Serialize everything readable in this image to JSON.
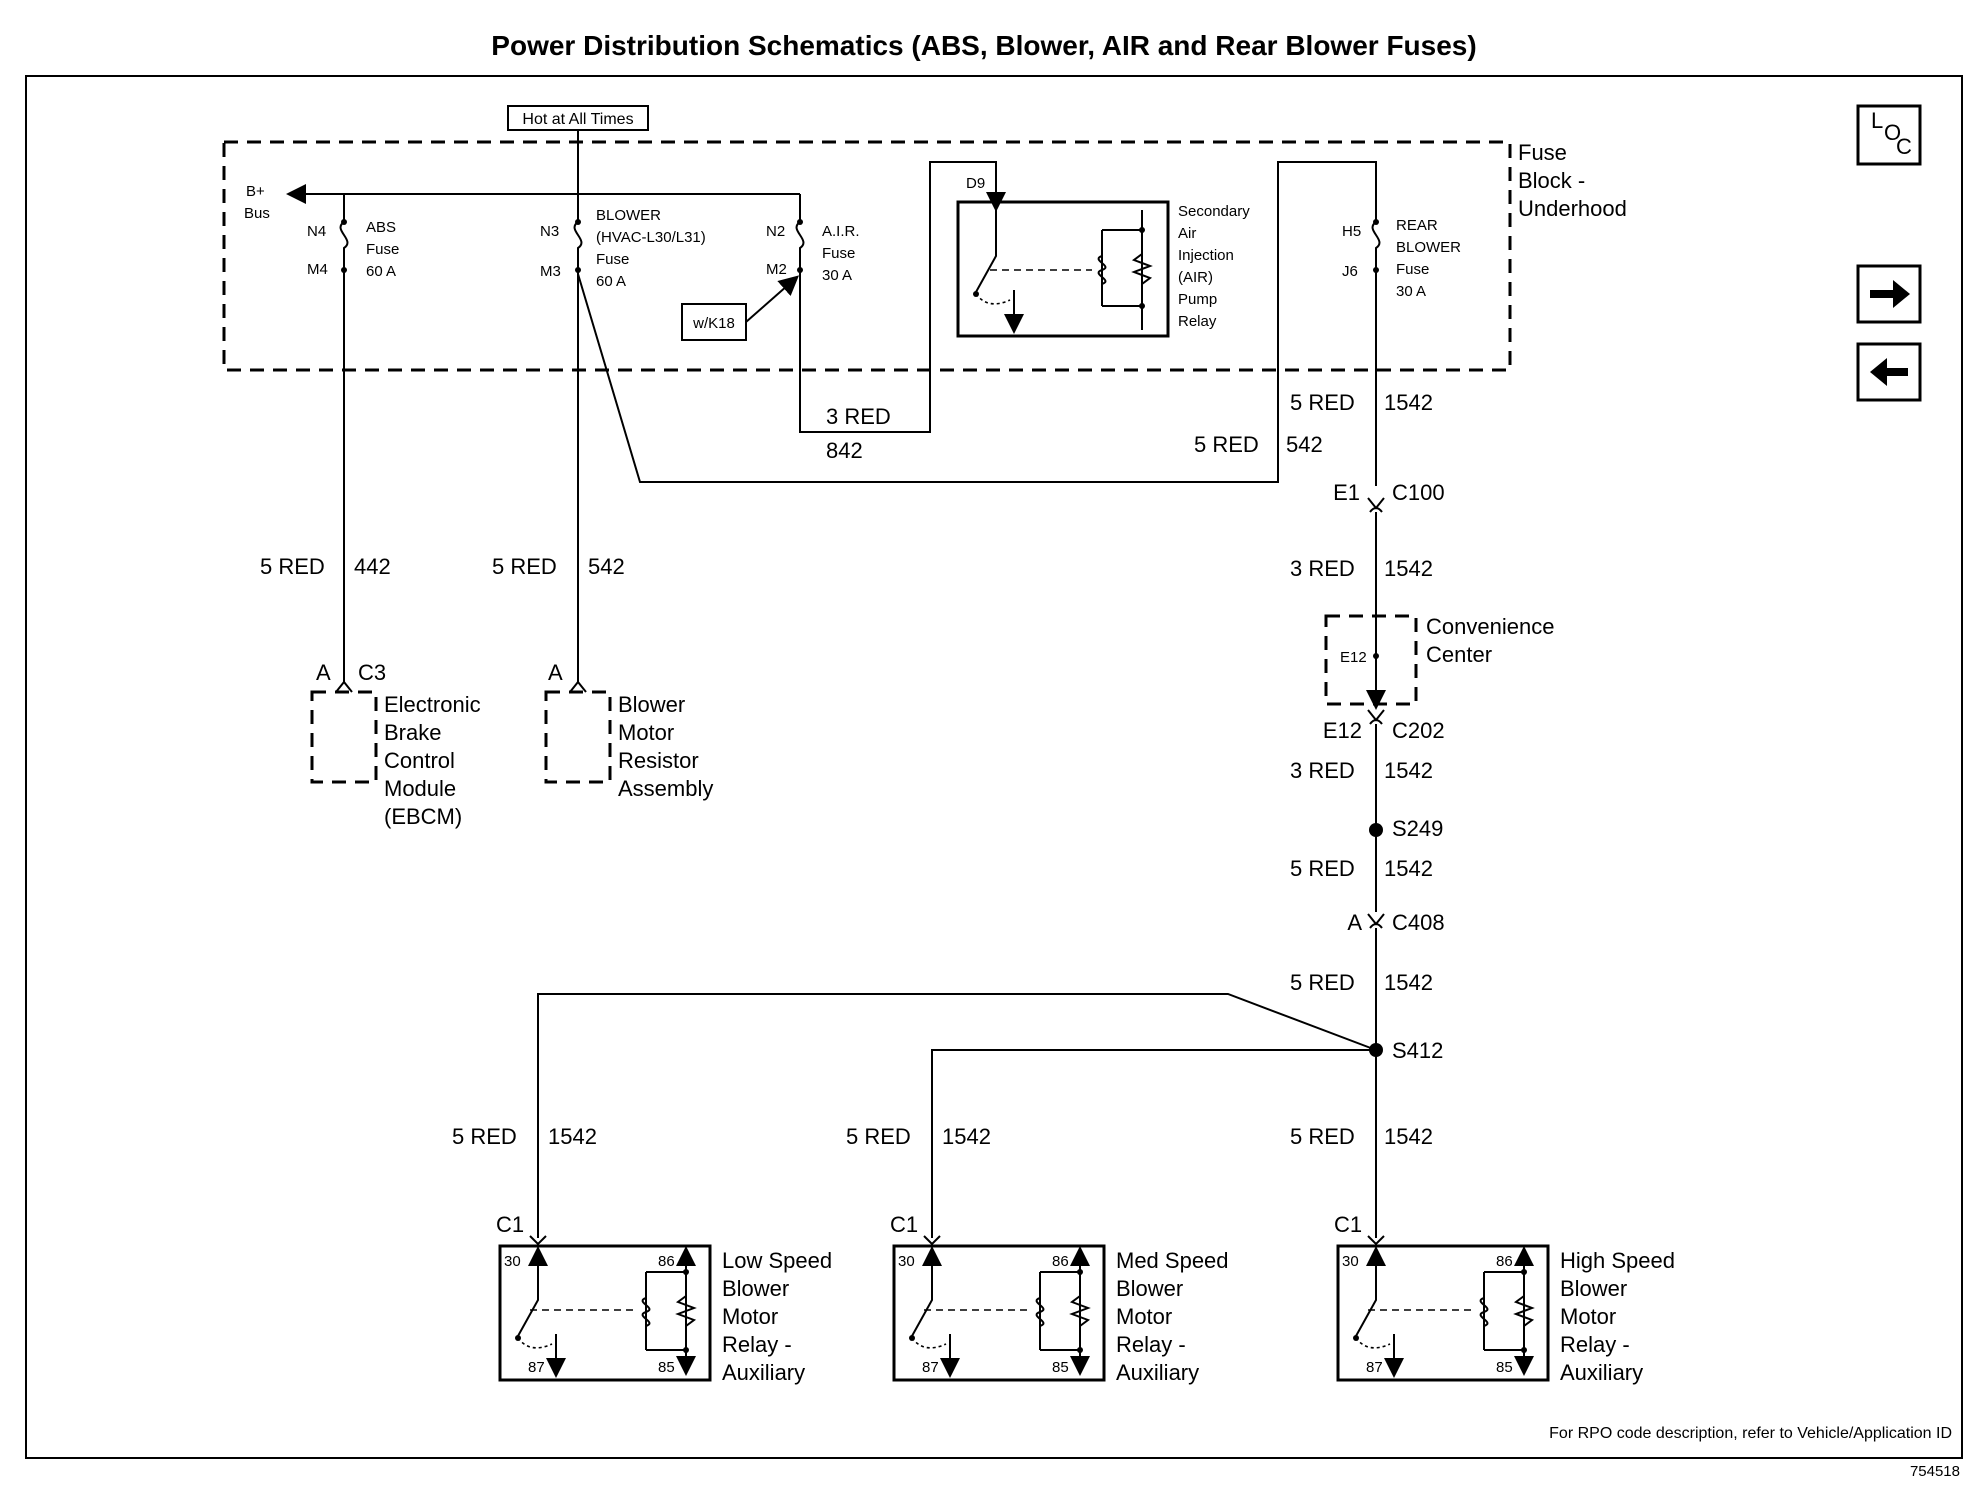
{
  "title": "Power Distribution Schematics (ABS, Blower, AIR and Rear Blower Fuses)",
  "hot_label": "Hot at All Times",
  "loc_icon": [
    "L",
    "O",
    "C"
  ],
  "nav": {
    "next_icon": "arrow-right-icon",
    "prev_icon": "arrow-left-icon"
  },
  "fuse_block": {
    "line1": "Fuse",
    "line2": "Block -",
    "line3": "Underhood"
  },
  "bplus": {
    "line1": "B+",
    "line2": "Bus"
  },
  "fuses": {
    "abs": {
      "top_pin": "N4",
      "bottom_pin": "M4",
      "l1": "ABS",
      "l2": "Fuse",
      "l3": "60 A"
    },
    "blower": {
      "top_pin": "N3",
      "bottom_pin": "M3",
      "l1": "BLOWER",
      "l2": "(HVAC-L30/L31)",
      "l3": "Fuse",
      "l4": "60 A"
    },
    "air": {
      "top_pin": "N2",
      "bottom_pin": "M2",
      "l1": "A.I.R.",
      "l2": "Fuse",
      "l3": "30 A"
    },
    "rear": {
      "top_pin": "H5",
      "bottom_pin": "J6",
      "l1": "REAR",
      "l2": "BLOWER",
      "l3": "Fuse",
      "l4": "30 A"
    }
  },
  "wk18": "w/K18",
  "d9": "D9",
  "air_relay": {
    "l1": "Secondary",
    "l2": "Air",
    "l3": "Injection",
    "l4": "(AIR)",
    "l5": "Pump",
    "l6": "Relay"
  },
  "wires": {
    "air_3red": "3 RED",
    "air_842": "842",
    "rear_5red": "5 RED",
    "rear_1542": "1542",
    "blower_x_5red": "5 RED",
    "blower_x_542": "542",
    "abs_5red": "5 RED",
    "abs_442": "442",
    "blower_5red": "5 RED",
    "blower_542": "542",
    "c100_3red": "3 RED",
    "c100_1542": "1542",
    "c202_3red": "3 RED",
    "c202_1542": "1542",
    "s249_5red": "5 RED",
    "s249_1542": "1542",
    "c408_5red": "5 RED",
    "c408_1542": "1542",
    "low_5red": "5 RED",
    "low_1542": "1542",
    "med_5red": "5 RED",
    "med_1542": "1542",
    "high_5red": "5 RED",
    "high_1542": "1542"
  },
  "connectors": {
    "c100": {
      "pin": "E1",
      "name": "C100"
    },
    "c202": {
      "pin": "E12",
      "name": "C202"
    },
    "c408": {
      "pin": "A",
      "name": "C408"
    },
    "ebcm": {
      "pin": "A",
      "name": "C3"
    },
    "blower_res": {
      "pin": "A"
    },
    "low": "C1",
    "med": "C1",
    "high": "C1"
  },
  "splices": {
    "s249": "S249",
    "s412": "S412"
  },
  "convenience": {
    "pin": "E12",
    "l1": "Convenience",
    "l2": "Center"
  },
  "ebcm": {
    "l1": "Electronic",
    "l2": "Brake",
    "l3": "Control",
    "l4": "Module",
    "l5": "(EBCM)"
  },
  "blower_resistor": {
    "l1": "Blower",
    "l2": "Motor",
    "l3": "Resistor",
    "l4": "Assembly"
  },
  "relays": {
    "low": {
      "l1": "Low Speed",
      "l2": "Blower",
      "l3": "Motor",
      "l4": "Relay -",
      "l5": "Auxiliary",
      "p30": "30",
      "p86": "86",
      "p87": "87",
      "p85": "85"
    },
    "med": {
      "l1": "Med Speed",
      "l2": "Blower",
      "l3": "Motor",
      "l4": "Relay -",
      "l5": "Auxiliary",
      "p30": "30",
      "p86": "86",
      "p87": "87",
      "p85": "85"
    },
    "high": {
      "l1": "High Speed",
      "l2": "Blower",
      "l3": "Motor",
      "l4": "Relay -",
      "l5": "Auxiliary",
      "p30": "30",
      "p86": "86",
      "p87": "87",
      "p85": "85"
    }
  },
  "footer": "For RPO code description, refer to Vehicle/Application ID",
  "figure_id": "754518"
}
